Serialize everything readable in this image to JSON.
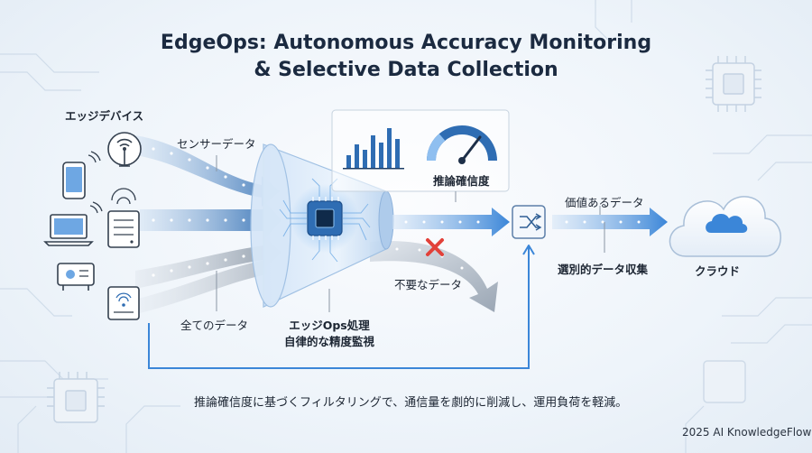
{
  "title_line1": "EdgeOps: Autonomous Accuracy Monitoring",
  "title_line2": "& Selective Data Collection",
  "labels": {
    "edge_devices": "エッジデバイス",
    "sensor_data": "センサーデータ",
    "all_data": "全てのデータ",
    "processing_line1": "エッジOps処理",
    "processing_line2": "自律的な精度監視",
    "confidence": "推論確信度",
    "unnecessary_data": "不要なデータ",
    "valuable_data": "価値あるデータ",
    "selective_collection": "選別的データ収集",
    "cloud": "クラウド"
  },
  "caption": "推論確信度に基づくフィルタリングで、通信量を劇的に削減し、運用負荷を軽減。",
  "credit": "2025 AI KnowledgeFlow",
  "colors": {
    "primary_blue": "#2f6db3",
    "accent_blue": "#3b86d8",
    "reject_red": "#e2413a",
    "gray_flow": "#9aa6b4"
  }
}
